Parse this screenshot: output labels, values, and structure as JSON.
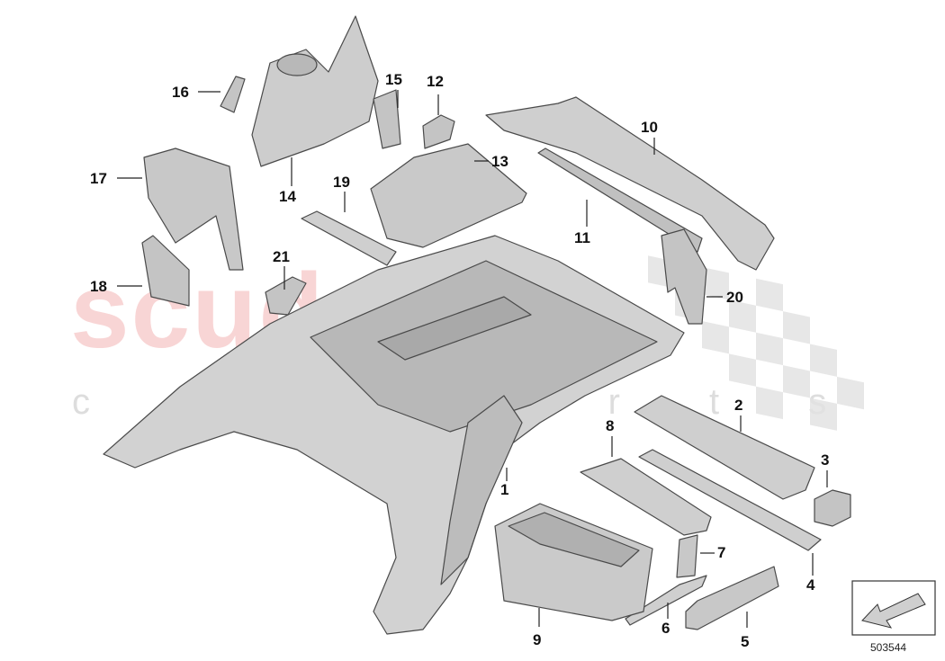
{
  "watermark": {
    "main": "scuderia",
    "sub": "c a r   p a r t s"
  },
  "diagram_ref": "503544",
  "callouts": [
    {
      "id": "1",
      "label": "1"
    },
    {
      "id": "2",
      "label": "2"
    },
    {
      "id": "3",
      "label": "3"
    },
    {
      "id": "4",
      "label": "4"
    },
    {
      "id": "5",
      "label": "5"
    },
    {
      "id": "6",
      "label": "6"
    },
    {
      "id": "7",
      "label": "7"
    },
    {
      "id": "8",
      "label": "8"
    },
    {
      "id": "9",
      "label": "9"
    },
    {
      "id": "10",
      "label": "10"
    },
    {
      "id": "11",
      "label": "11"
    },
    {
      "id": "12",
      "label": "12"
    },
    {
      "id": "13",
      "label": "13"
    },
    {
      "id": "14",
      "label": "14"
    },
    {
      "id": "15",
      "label": "15"
    },
    {
      "id": "16",
      "label": "16"
    },
    {
      "id": "17",
      "label": "17"
    },
    {
      "id": "18",
      "label": "18"
    },
    {
      "id": "19",
      "label": "19"
    },
    {
      "id": "20",
      "label": "20"
    },
    {
      "id": "21",
      "label": "21"
    }
  ],
  "colors": {
    "part_fill": "#d2d2d2",
    "part_shade": "#a9a9a9",
    "outline": "#4a4a4a",
    "watermark": "#f3b4b4"
  }
}
